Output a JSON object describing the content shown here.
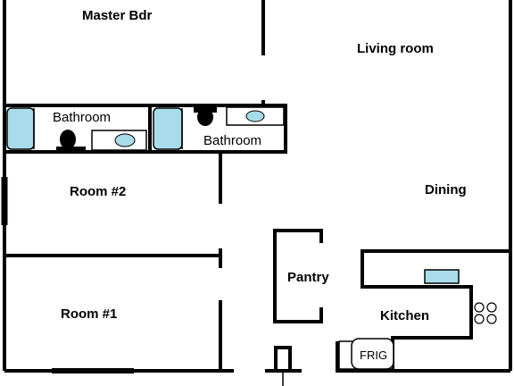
{
  "floor_plan": {
    "rooms": {
      "master_bdr": "Master Bdr",
      "living_room": "Living room",
      "bathroom_left": "Bathroom",
      "bathroom_right": "Bathroom",
      "room_2": "Room #2",
      "dining": "Dining",
      "pantry": "Pantry",
      "room_1": "Room #1",
      "kitchen": "Kitchen",
      "frig": "FRIG"
    },
    "colors": {
      "fixture_fill": "#a9dcea",
      "wall": "#000000",
      "background": "#ffffff"
    },
    "icons": [
      "bathtub-icon",
      "toilet-icon",
      "sink-icon",
      "stove-icon",
      "kitchen-sink-icon",
      "refrigerator-icon"
    ]
  }
}
